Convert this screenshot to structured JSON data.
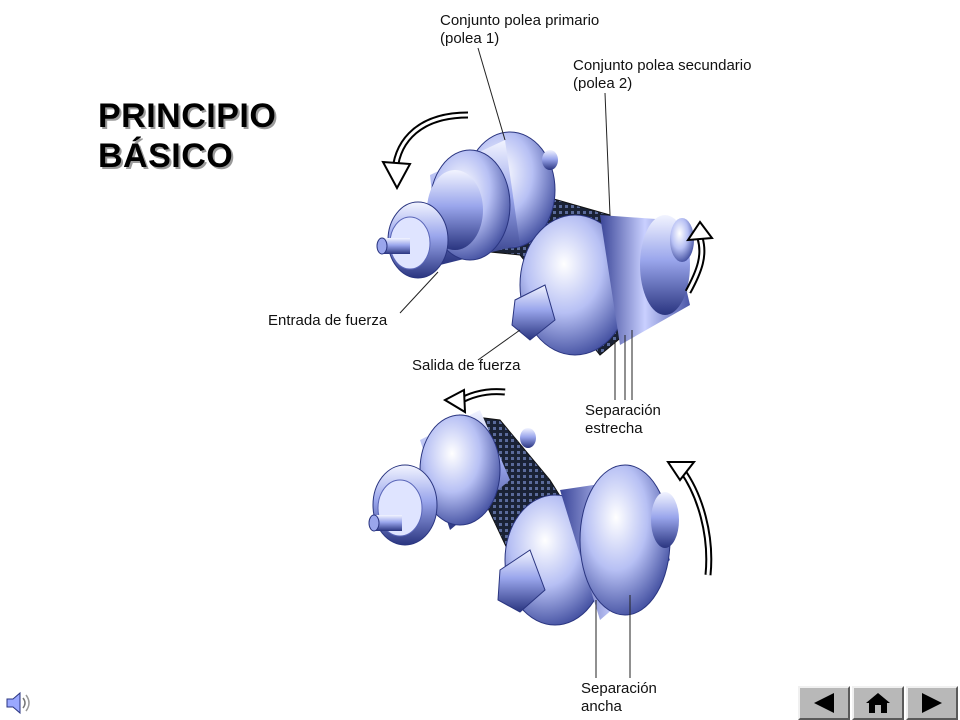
{
  "title": {
    "line1": "PRINCIPIO",
    "line2": "BÁSICO"
  },
  "labels": {
    "primary_line1": "Conjunto polea primario",
    "primary_line2": "(polea 1)",
    "secondary_line1": "Conjunto polea secundario",
    "secondary_line2": "(polea 2)",
    "input": "Entrada de fuerza",
    "output": "Salida de fuerza",
    "narrow_line1": "Separación",
    "narrow_line2": "estrecha",
    "wide_line1": "Separación",
    "wide_line2": "ancha"
  },
  "colors": {
    "metal_light": "#dfe4ff",
    "metal_mid": "#7f8fe0",
    "metal_dark": "#2a3580",
    "belt": "#1a2235"
  },
  "nav": {
    "prev_icon": "triangle-left-icon",
    "home_icon": "home-icon",
    "next_icon": "triangle-right-icon"
  }
}
